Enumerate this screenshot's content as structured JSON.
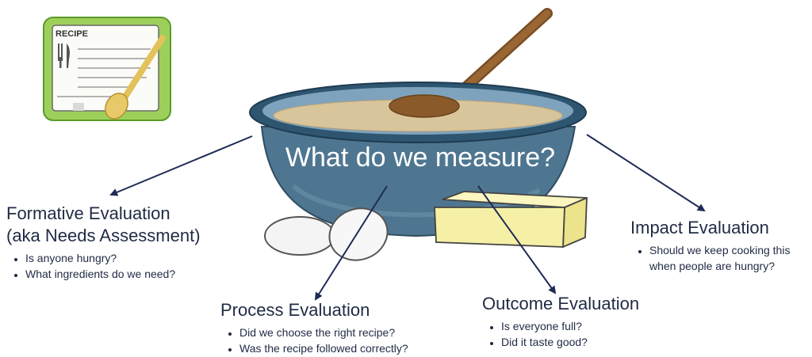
{
  "diagram": {
    "center_question": "What do we measure?",
    "recipe_card_label": "RECIPE",
    "nodes": [
      {
        "title_line1": "Formative Evaluation",
        "title_line2": "(aka Needs Assessment)",
        "bullets": [
          "Is anyone hungry?",
          "What ingredients do we need?"
        ]
      },
      {
        "title": "Process Evaluation",
        "bullets": [
          "Did we choose the right recipe?",
          "Was the recipe followed correctly?"
        ]
      },
      {
        "title": "Outcome Evaluation",
        "bullets": [
          "Is everyone full?",
          "Did it taste good?"
        ]
      },
      {
        "title": "Impact Evaluation",
        "bullets": [
          "Should we keep cooking this",
          "when people are hungry?"
        ]
      }
    ],
    "colors": {
      "bowl": "#4f7690",
      "bowl_rim": "#2f5671",
      "batter": "#d9c59b",
      "spoon": "#8a5a2b",
      "butter": "#f6f0a6",
      "arrow": "#1f2a55",
      "text": "#1f2a44",
      "card_border": "#7fbf3f"
    }
  }
}
